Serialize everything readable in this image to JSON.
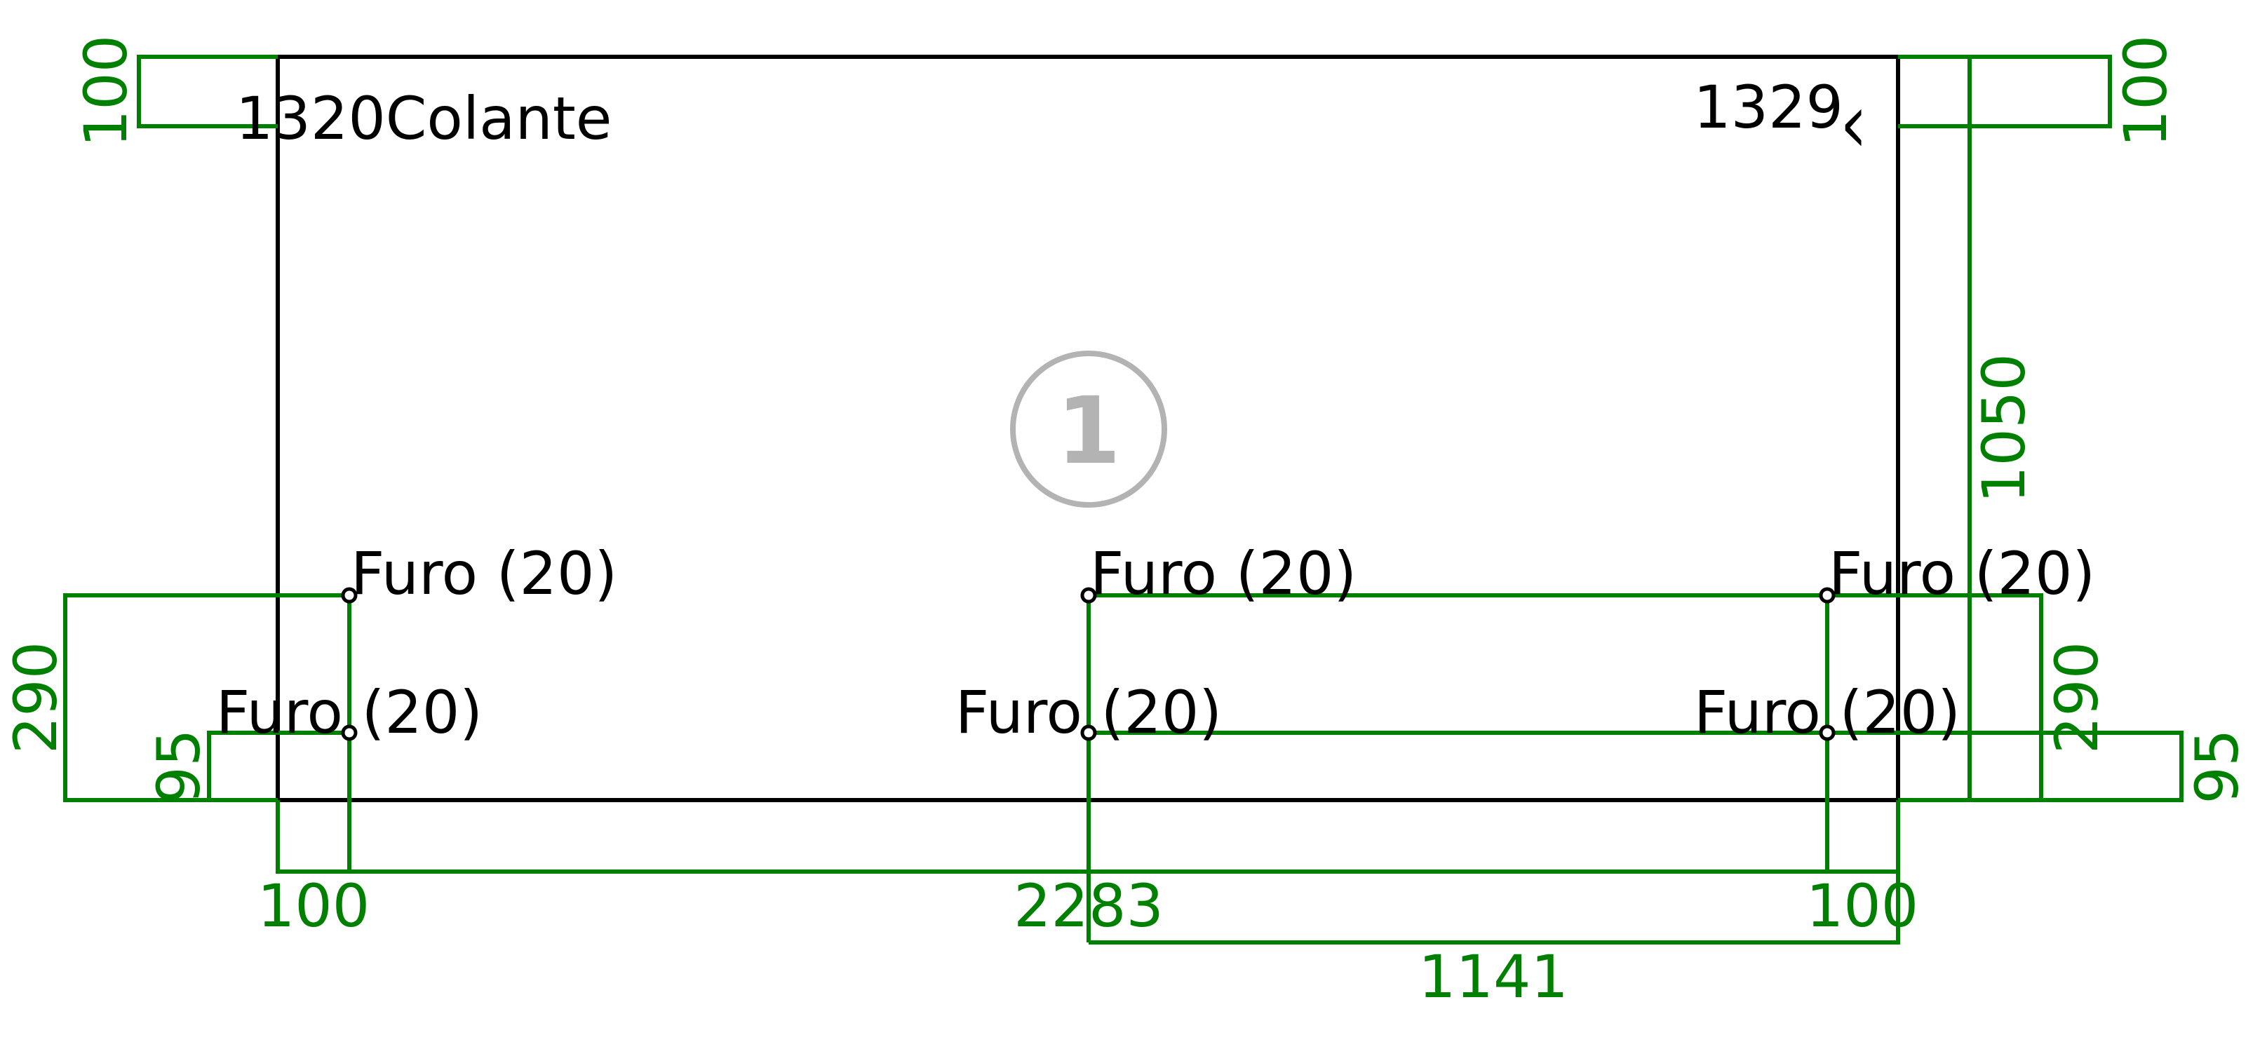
{
  "panel": {
    "corner_left_label": "1320Colante",
    "corner_right_label": "1329",
    "corner_mark": "^",
    "piece_number": "1"
  },
  "holes": [
    {
      "label": "Furo (20)"
    },
    {
      "label": "Furo (20)"
    },
    {
      "label": "Furo (20)"
    },
    {
      "label": "Furo (20)"
    },
    {
      "label": "Furo (20)"
    },
    {
      "label": "Furo (20)"
    }
  ],
  "dimensions": {
    "top_left": "100",
    "top_right": "100",
    "right_height": "1050",
    "left_upper_holes": "290",
    "left_lower_holes": "95",
    "right_upper_holes": "290",
    "right_lower_holes": "95",
    "bottom_left": "100",
    "bottom_total": "2283",
    "bottom_right": "100",
    "bottom_half": "1141"
  },
  "colors": {
    "outline": "#000000",
    "dimension": "#008000",
    "badge": "#b3b3b3"
  }
}
